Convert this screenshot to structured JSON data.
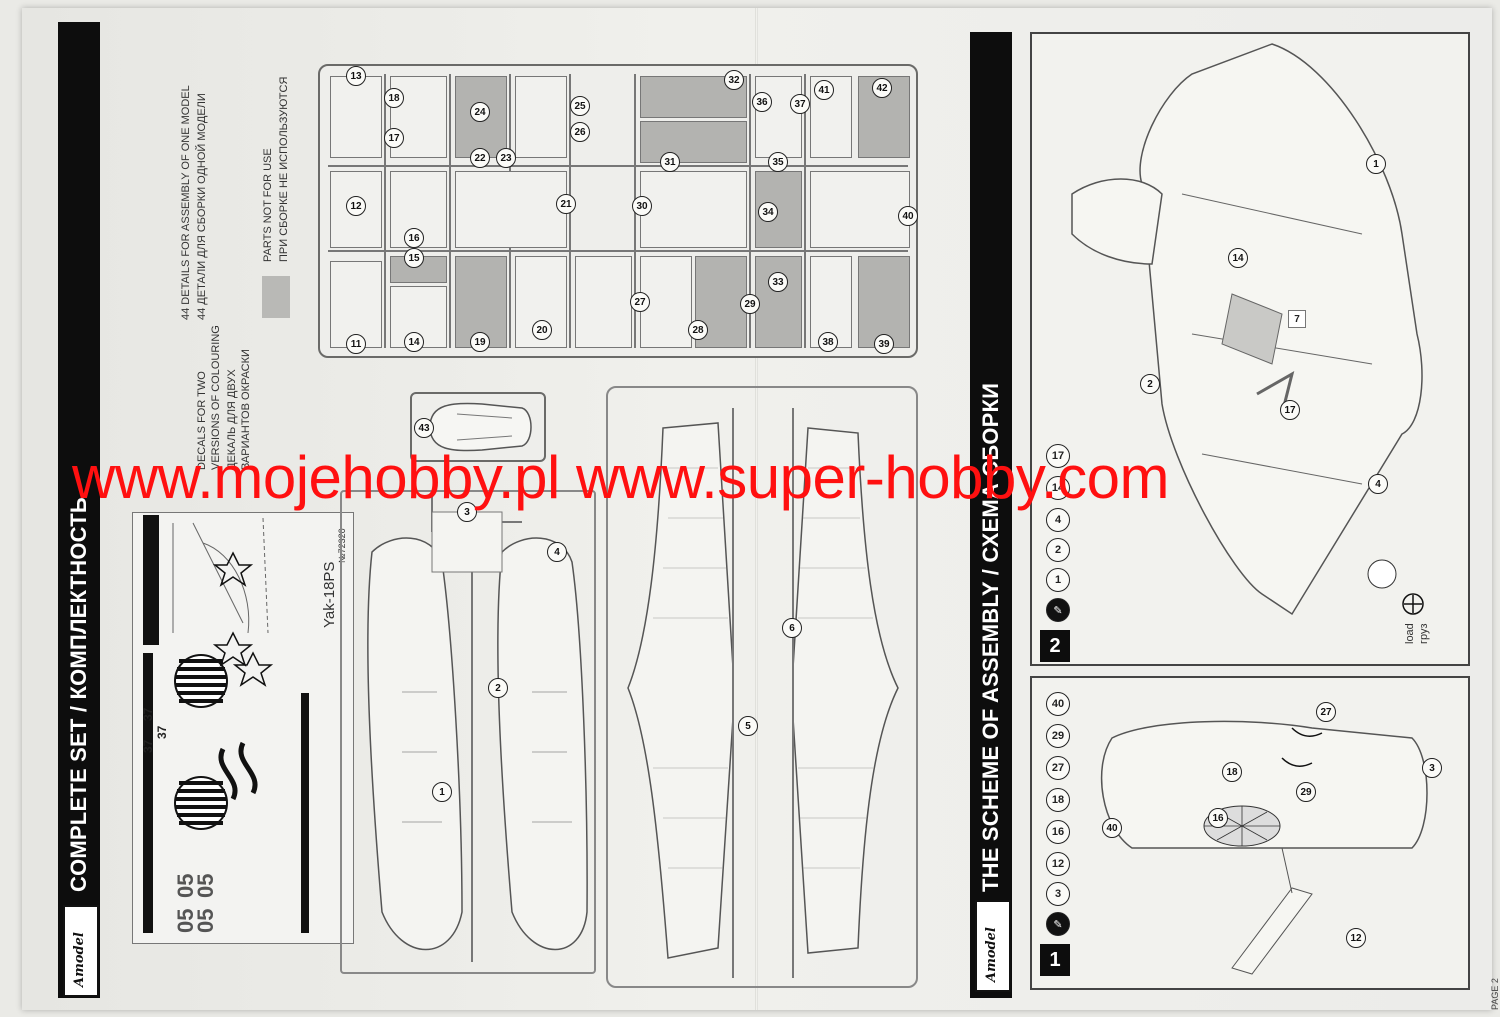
{
  "brand": {
    "logo": "Amodel",
    "kit_number": "№72320"
  },
  "model": {
    "name": "Yak-18PS"
  },
  "sections": {
    "complete_set": "COMPLETE SET / КОМПЛЕКТНОСТЬ",
    "assembly_scheme": "THE SCHEME OF ASSEMBLY / СХЕМА СБОРКИ"
  },
  "legend": {
    "details_en": "44 DETAILS FOR ASSEMBLY OF ONE MODEL",
    "details_ru": "44 ДЕТАЛИ ДЛЯ СБОРКИ ОДНОЙ МОДЕЛИ",
    "not_for_use_en": "PARTS NOT FOR USE",
    "not_for_use_ru": "ПРИ СБОРКЕ НЕ ИСПОЛЬЗУЮТСЯ",
    "decals_en_1": "DECALS FOR TWO",
    "decals_en_2": "VERSIONS OF COLOURING",
    "decals_ru_1": "ДЕКАЛЬ ДЛЯ ДВУХ",
    "decals_ru_2": "ВАРИАНТОВ ОКРАСКИ"
  },
  "decals": {
    "codes": [
      "05",
      "05",
      "05",
      "05"
    ],
    "numbers": [
      "37",
      "37",
      "37"
    ]
  },
  "sprue_parts": [
    {
      "n": "11"
    },
    {
      "n": "12"
    },
    {
      "n": "13"
    },
    {
      "n": "14"
    },
    {
      "n": "15"
    },
    {
      "n": "16"
    },
    {
      "n": "17"
    },
    {
      "n": "18"
    },
    {
      "n": "19"
    },
    {
      "n": "20"
    },
    {
      "n": "21"
    },
    {
      "n": "22"
    },
    {
      "n": "23"
    },
    {
      "n": "24"
    },
    {
      "n": "25"
    },
    {
      "n": "26"
    },
    {
      "n": "27"
    },
    {
      "n": "28"
    },
    {
      "n": "29"
    },
    {
      "n": "30"
    },
    {
      "n": "31"
    },
    {
      "n": "32"
    },
    {
      "n": "33"
    },
    {
      "n": "34"
    },
    {
      "n": "35"
    },
    {
      "n": "36"
    },
    {
      "n": "37"
    },
    {
      "n": "38"
    },
    {
      "n": "39"
    },
    {
      "n": "40"
    },
    {
      "n": "41"
    },
    {
      "n": "42"
    }
  ],
  "large_parts": {
    "canopy": "43",
    "fuselage_left": "1",
    "fuselage_right": "2",
    "part3": "3",
    "part4": "4",
    "wing_top": "5",
    "wing_bottom": "6"
  },
  "steps": [
    {
      "id": "1",
      "parts": [
        "3",
        "12",
        "16",
        "18",
        "27",
        "29",
        "40"
      ]
    },
    {
      "id": "2",
      "parts": [
        "1",
        "2",
        "4",
        "14",
        "17"
      ]
    }
  ],
  "step_labels": {
    "load_en": "load",
    "load_ru": "груз",
    "seven": "7"
  },
  "watermark": "www.mojehobby.pl www.super-hobby.com",
  "page": "PAGE 2"
}
